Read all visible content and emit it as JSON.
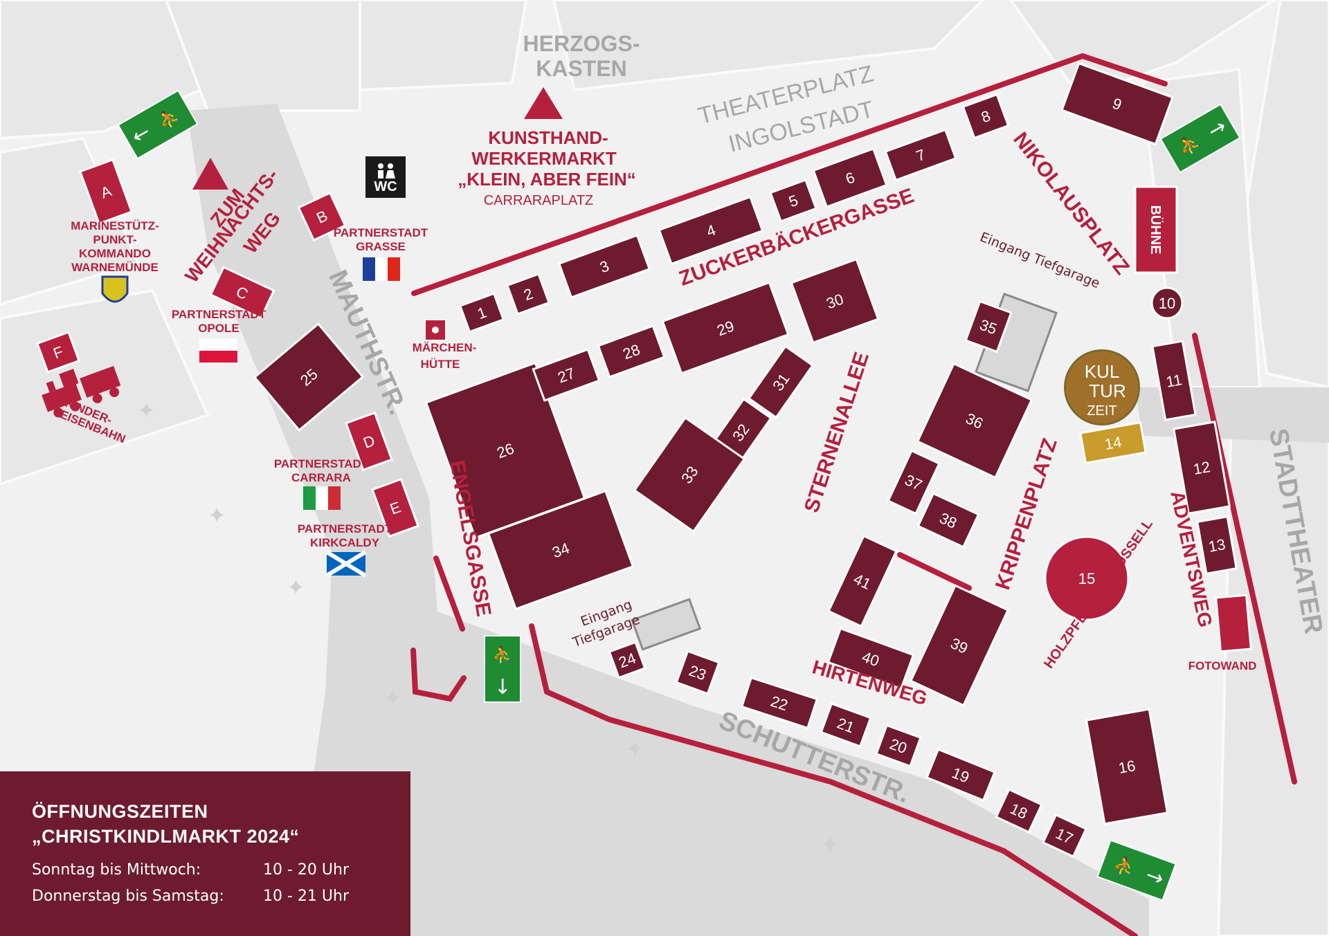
{
  "colors": {
    "stall": "#6e1b2f",
    "route": "#b5203d",
    "text_red": "#b5203d",
    "street": "#dadada",
    "building": "#e6e6e6",
    "exit_green": "#1f8c34"
  },
  "stalls": [
    "1",
    "2",
    "3",
    "4",
    "5",
    "6",
    "7",
    "8",
    "9",
    "10",
    "11",
    "12",
    "13",
    "14",
    "15",
    "16",
    "17",
    "18",
    "19",
    "20",
    "21",
    "22",
    "23",
    "24",
    "25",
    "26",
    "27",
    "28",
    "29",
    "30",
    "31",
    "32",
    "33",
    "34",
    "35",
    "36",
    "37",
    "38",
    "39",
    "40",
    "41"
  ],
  "letters": [
    "A",
    "B",
    "C",
    "D",
    "E",
    "F"
  ],
  "stage_label": "BÜHNE",
  "toilet_label": "WC",
  "streets": {
    "mauth": "MAUTHSTR.",
    "engels": "ENGELSGASSE",
    "schutter": "SCHUTTERSTR.",
    "zucker": "ZUCKERBÄCKERGASSE",
    "nikolaus": "NIKOLAUSPLATZ",
    "sternen": "STERNENALLEE",
    "krippen": "KRIPPENPLATZ",
    "advent": "ADVENTSWEG",
    "hirten": "HIRTENWEG",
    "holz": "HOLZPFERDEKARUSSELL",
    "stadttheater": "STADTTHEATER",
    "theater1": "THEATERPLATZ",
    "theater2": "INGOLSTADT",
    "herzog1": "HERZOGS-",
    "herzog2": "KASTEN",
    "weg1": "ZUM",
    "weg2": "WEIHNACHTS-",
    "weg3": "WEG"
  },
  "kunst": {
    "l1": "KUNSTHAND-",
    "l2": "WERKERMARKT",
    "l3": "„KLEIN, ABER FEIN“",
    "l4": "CARRARAPLATZ"
  },
  "labels": {
    "marine1": "MARINESTÜTZ-",
    "marine2": "PUNKT-",
    "marine3": "KOMMANDO",
    "marine4": "WARNEMÜNDE",
    "grasse1": "PARTNERSTADT",
    "grasse2": "GRASSE",
    "opole1": "PARTNERSTADT",
    "opole2": "OPOLE",
    "carrara1": "PARTNERSTADT",
    "carrara2": "CARRARA",
    "kirk1": "PARTNERSTADT",
    "kirk2": "KIRKCALDY",
    "maerchen1": "MÄRCHEN-",
    "maerchen2": "HÜTTE",
    "kinder1": "KINDER-",
    "kinder2": "EISENBAHN",
    "fotowand": "FOTOWAND",
    "tief1": "Eingang Tiefgarage",
    "tief2a": "Eingang",
    "tief2b": "Tiefgarage",
    "kultur1": "KUL",
    "kultur2": "TUR",
    "kultur3": "ZEIT"
  },
  "hours": {
    "title1": "ÖFFNUNGSZEITEN",
    "title2": "„CHRISTKINDLMARKT 2024“",
    "rows": [
      {
        "days": "Sonntag bis Mittwoch:",
        "time": "10 - 20 Uhr"
      },
      {
        "days": "Donnerstag bis Samstag:",
        "time": "10 - 21 Uhr"
      }
    ]
  }
}
